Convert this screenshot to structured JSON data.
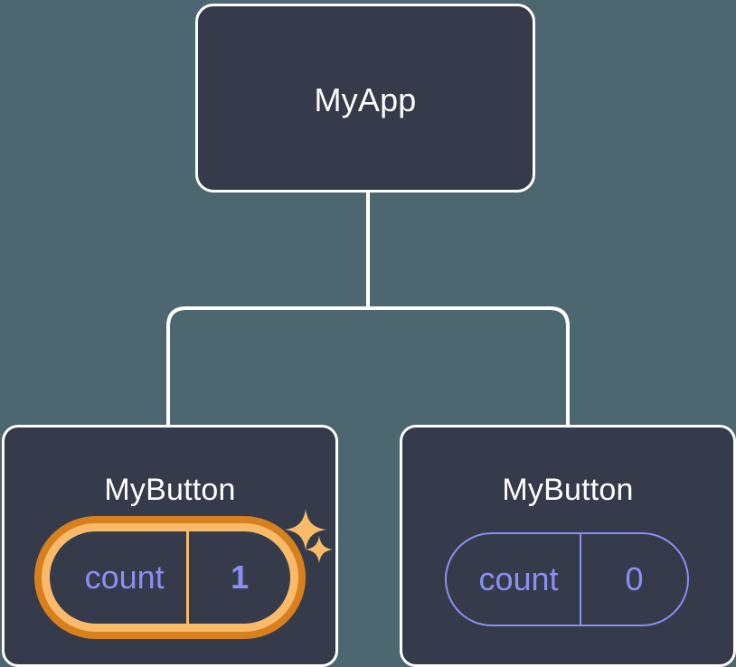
{
  "theme": {
    "canvas_bg": "#4d6771",
    "node_fill": "#353b4a",
    "node_border": "#ffffff",
    "connector": "#ffffff",
    "accent_purple": "#8b8ff5",
    "highlight_orange_outer": "#d8801d",
    "highlight_orange_inner": "#f9bb6a",
    "sparkle": "#f9bb6a"
  },
  "tree": {
    "root": {
      "title": "MyApp"
    },
    "children": [
      {
        "title": "MyButton",
        "state": {
          "key": "count",
          "value": "1"
        },
        "highlighted": true,
        "sparkle_big": "sparkle-icon",
        "sparkle_small": "sparkle-icon"
      },
      {
        "title": "MyButton",
        "state": {
          "key": "count",
          "value": "0"
        },
        "highlighted": false
      }
    ]
  }
}
